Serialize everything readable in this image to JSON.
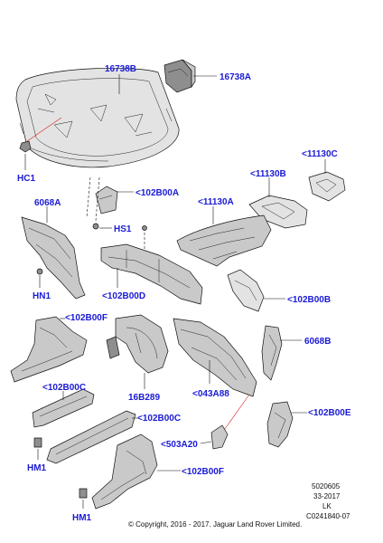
{
  "labels": {
    "p16738B": "16738B",
    "p16738A": "16738A",
    "hc1": "HC1",
    "p11130C": "<11130C",
    "p11130B": "<11130B",
    "p6068A": "6068A",
    "p102B00A": "<102B00A",
    "p11130A": "<11130A",
    "hs1": "HS1",
    "hn1": "HN1",
    "p102B00D": "<102B00D",
    "p102B00B": "<102B00B",
    "p102B00F_top": "<102B00F",
    "p6068B": "6068B",
    "p102B00C_left": "<102B00C",
    "p16B289": "16B289",
    "p043A88": "<043A88",
    "p102B00E": "<102B00E",
    "p102B00C_mid": "<102B00C",
    "p503A20": "<503A20",
    "hm1_upper": "HM1",
    "p102B00F_bottom": "<102B00F",
    "hm1_lower": "HM1"
  },
  "footer": {
    "ref_number": "5020605",
    "date_code": "33-2017",
    "region": "LK",
    "drawing_id": "C0241840-07",
    "copyright": "© Copyright, 2016 - 2017. Jaguar Land Rover Limited."
  },
  "colors": {
    "label": "#1a1ad6",
    "part_fill": "#c9c9c9",
    "leader_highlight": "#d22222"
  }
}
